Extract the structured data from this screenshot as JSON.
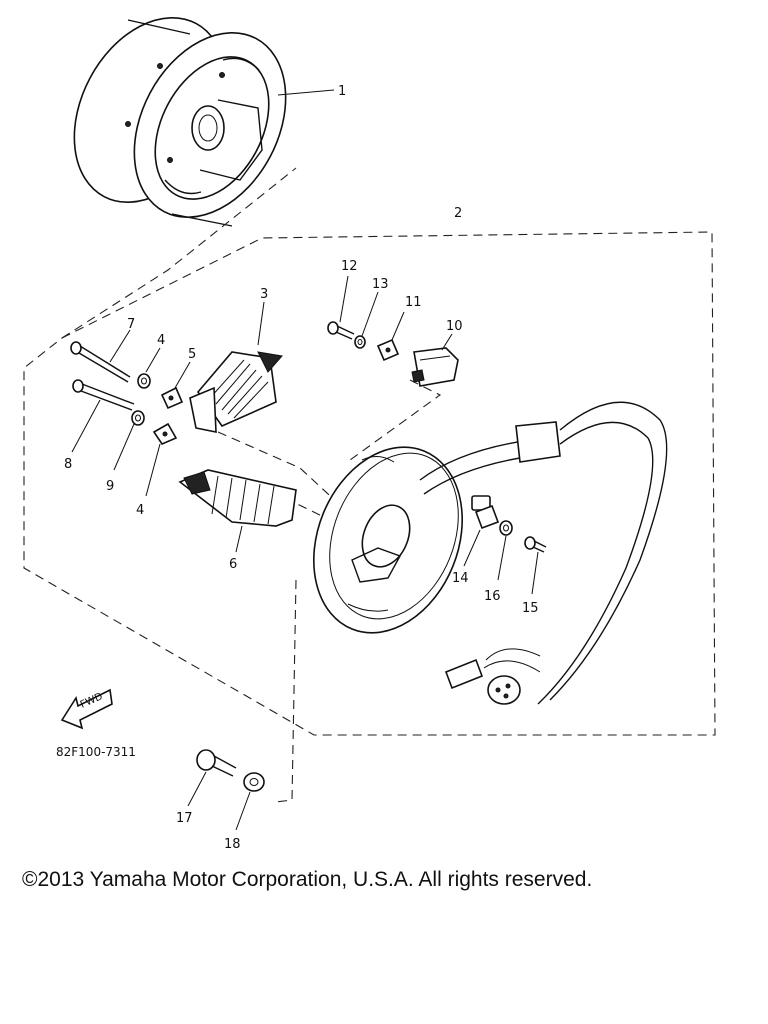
{
  "diagram": {
    "callouts": [
      "1",
      "2",
      "3",
      "4",
      "5",
      "6",
      "7",
      "8",
      "9",
      "4",
      "10",
      "11",
      "12",
      "13",
      "14",
      "15",
      "16",
      "17",
      "18"
    ],
    "fwd_label": "FWD",
    "part_code": "82F100-7311"
  },
  "footer": {
    "copyright": "©2013 Yamaha Motor Corporation, U.S.A. All rights reserved."
  }
}
